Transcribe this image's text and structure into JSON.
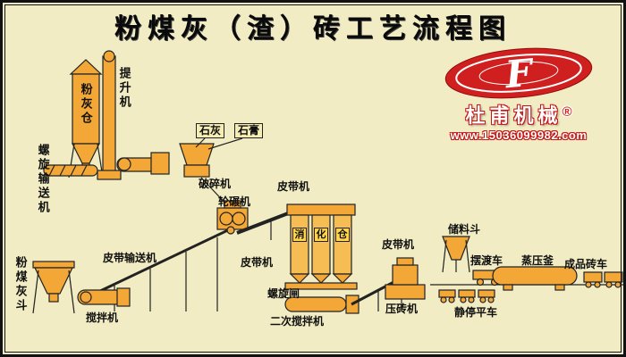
{
  "title": "粉煤灰（渣）砖工艺流程图",
  "logo": {
    "letter": "F",
    "brand": "杜甫机械",
    "registered": "®",
    "website": "www.15036099982.com",
    "colors": {
      "red": "#d01f1f",
      "white": "#ffffff"
    }
  },
  "diagram": {
    "colors": {
      "background": "#f1ecc3",
      "equipment": "#f2a736",
      "outline": "#222222"
    },
    "labels": {
      "ash_silo": "粉灰仓",
      "elevator": "提升机",
      "screw_conveyor": "螺旋输送机",
      "lime": "石灰",
      "gypsum": "石膏",
      "crusher": "破碎机",
      "wheel_mill": "轮碾机",
      "belt_top": "皮带机",
      "digestion_chars": [
        "消",
        "化",
        "仓"
      ],
      "belt_mid": "皮带机",
      "screw_gate": "螺旋闸",
      "secondary_mixer": "二次搅拌机",
      "belt_conveyor": "皮带输送机",
      "ash_hopper": "粉煤灰斗",
      "mixer": "搅拌机",
      "belt_right": "皮带机",
      "brick_press": "压砖机",
      "storage_hopper": "储料斗",
      "ferry_car": "摆渡车",
      "autoclave": "蒸压釜",
      "finished_brick_car": "成品砖车",
      "curing_flat_car": "静停平车"
    }
  }
}
